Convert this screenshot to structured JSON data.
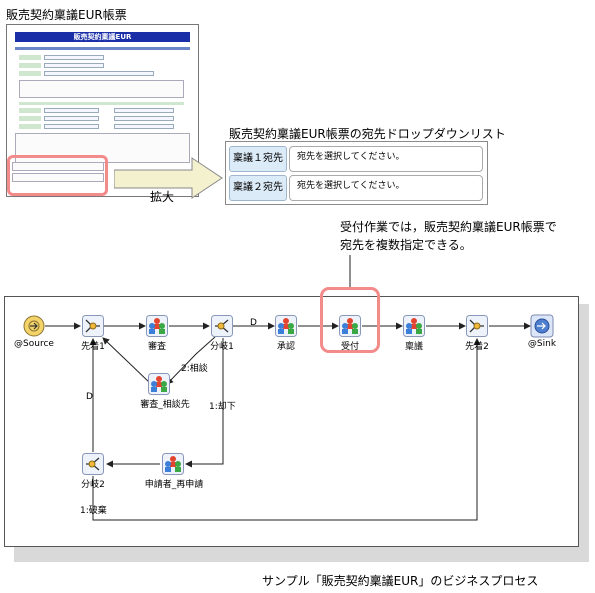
{
  "form_thumbnail": {
    "label": "販売契約稟議EUR帳票",
    "form_title": "販売契約稟議EUR"
  },
  "expand_label": "拡大",
  "dropdown": {
    "title": "販売契約稟議EUR帳票の宛先ドロップダウンリスト",
    "rows": [
      {
        "label": "稟議１宛先",
        "placeholder": "宛先を選択してください。"
      },
      {
        "label": "稟議２宛先",
        "placeholder": "宛先を選択してください。"
      }
    ]
  },
  "callout": {
    "line1": "受付作業では，販売契約稟議EUR帳票で",
    "line2": "宛先を複数指定できる。"
  },
  "process": {
    "nodes": {
      "source": "@Source",
      "confluence1": "先着1",
      "review": "審査",
      "branch1": "分岐1",
      "approval": "承認",
      "accept": "受付",
      "ringi": "稟議",
      "confluence2": "先着2",
      "sink": "@Sink",
      "review_consult": "審査_相談先",
      "branch2": "分岐2",
      "reapply": "申請者_再申請"
    },
    "edges": {
      "d1": "D",
      "consult": "2:相談",
      "reject": "1:却下",
      "d2": "D",
      "discard": "1:破棄"
    }
  },
  "caption": "サンプル「販売契約稟議EUR」のビジネスプロセス"
}
